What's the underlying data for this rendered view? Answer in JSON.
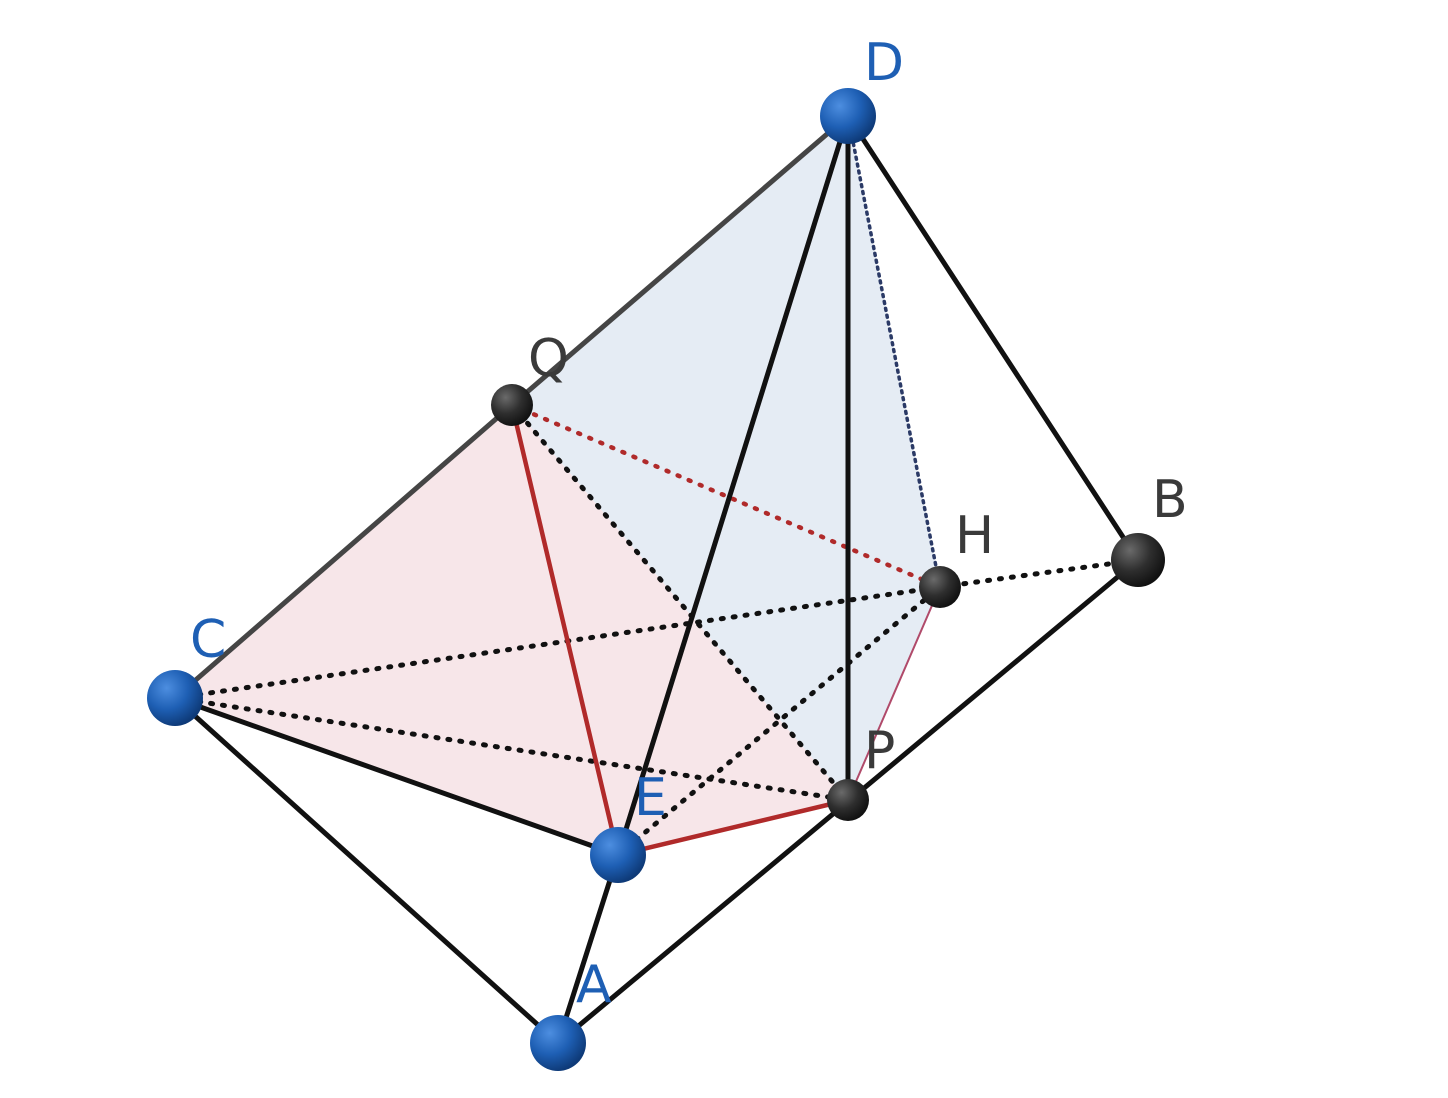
{
  "figure": {
    "points": [
      {
        "id": "A",
        "label": "A",
        "color": "#1e5fb4"
      },
      {
        "id": "B",
        "label": "B",
        "color": "#2a2a2a"
      },
      {
        "id": "C",
        "label": "C",
        "color": "#1e5fb4"
      },
      {
        "id": "D",
        "label": "D",
        "color": "#1e5fb4"
      },
      {
        "id": "E",
        "label": "E",
        "color": "#1e5fb4"
      },
      {
        "id": "P",
        "label": "P",
        "color": "#2a2a2a"
      },
      {
        "id": "Q",
        "label": "Q",
        "color": "#2a2a2a"
      },
      {
        "id": "H",
        "label": "H",
        "color": "#2a2a2a"
      }
    ],
    "colors": {
      "primary_point": "#1e5fb4",
      "secondary_point": "#2a2a2a",
      "edge": "#111111",
      "highlight_edge": "#b02a2a",
      "plane_blue": "#dce6f0",
      "plane_pink": "#f5e0e3"
    }
  }
}
